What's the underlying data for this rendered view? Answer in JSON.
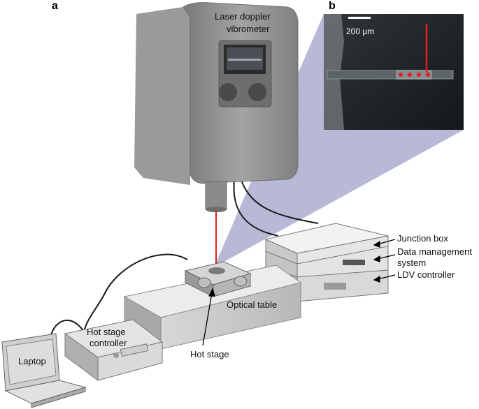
{
  "panels": {
    "a": "a",
    "b": "b"
  },
  "device_labels": {
    "ldv_line1": "Laser doppler",
    "ldv_line2": "vibrometer",
    "junction_box": "Junction box",
    "data_mgmt_line1": "Data management",
    "data_mgmt_line2": "system",
    "ldv_controller": "LDV controller",
    "optical_table": "Optical table",
    "hot_stage": "Hot stage",
    "hot_stage_controller_line1": "Hot stage",
    "hot_stage_controller_line2": "controller",
    "laptop": "Laptop"
  },
  "inset": {
    "scale_bar_label": "200 µm",
    "measurement_points": 4
  },
  "colors": {
    "laser": "#e0201c",
    "beam_cone": "#7e80b6",
    "housing": "#8c8c8c",
    "inset_bg": "#1e2428"
  }
}
